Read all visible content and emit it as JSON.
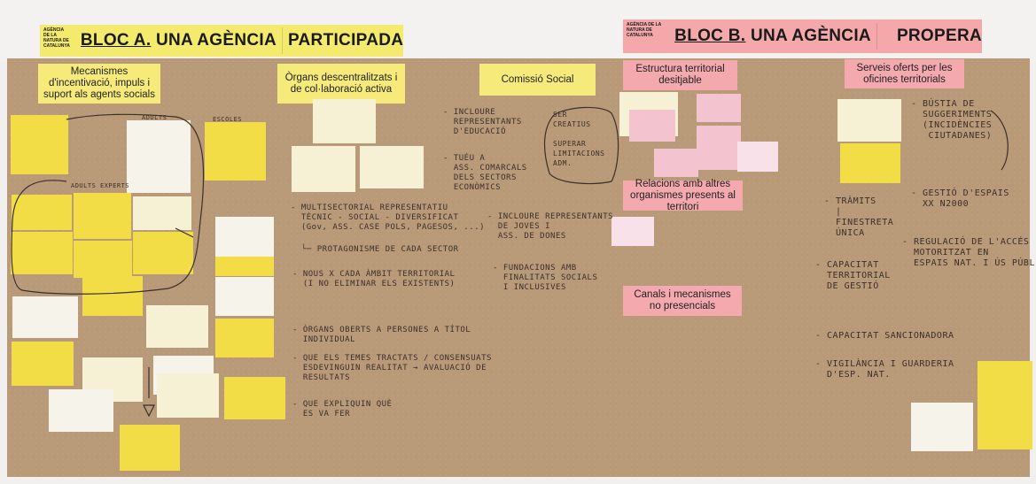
{
  "headers": {
    "a": {
      "logo": "AGÈNCIA DE LA NATURA DE CATALUNYA",
      "bloc": "BLOC A.",
      "w1": "UNA AGÈNCIA",
      "w2": "PARTICIPADA"
    },
    "b": {
      "logo": "AGÈNCIA DE LA NATURA DE CATALUNYA",
      "bloc": "BLOC B.",
      "w1": "UNA AGÈNCIA",
      "w2": "PROPERA"
    }
  },
  "labels": {
    "mecanismes": "Mecanismes d'incentivació, impuls i suport als agents socials",
    "organs": "Òrgans descentralitzats i de col·laboració activa",
    "comissio": "Comissió Social",
    "estructura": "Estructura territorial desitjable",
    "serveis": "Serveis oferts per les oficines territorials",
    "relacions": "Relacions amb altres organismes presents al territori",
    "canals": "Canals i mecanismes no presencials"
  },
  "handwriting": {
    "h1": "- INCLOURE\n  REPRESENTANTS\n  D'EDUCACIÓ",
    "h2": "- TUÉU A\n  ASS. COMARCALS\n  DELS SECTORS\n  ECONÒMICS",
    "h3": "SER\nCREATIUS\n\nSUPERAR\nLIMITACIONS\nADM.",
    "h4": "- MULTISECTORIAL REPRESENTATIU\n  TÈCNIC - SOCIAL - DIVERSIFICAT\n  (Gov, ASS. CASE POLS, PAGESOS, ...)",
    "h5": "└─ PROTAGONISME DE CADA SECTOR",
    "h6": "- INCLOURE REPRESENTANTS\n  DE JOVES I\n  ASS. DE DONES",
    "h7": "- FUNDACIONS AMB\n  FINALITATS SOCIALS\n  I INCLUSIVES",
    "h8": "- NOUS X CADA ÀMBIT TERRITORIAL\n  (I NO ELIMINAR ELS EXISTENTS)",
    "h9": "- ÒRGANS OBERTS A PERSONES A TÍTOL\n  INDIVIDUAL",
    "h10": "- QUE ELS TEMES TRACTATS / CONSENSUATS\n  ESDEVINGUIN REALITAT → AVALUACIÓ DE\n  RESULTATS",
    "h11": "- QUE EXPLIQUIN QUÈ\n  ES VA FER",
    "h12": "- BÚSTIA DE\n  SUGGERIMENTS\n  (INCIDÈNCIES\n   CIUTADANES)",
    "h13": "- TRÀMITS\n  |\n  FINESTRETA\n  ÚNICA",
    "h14": "- GESTIÓ D'ESPAIS\n  XX N2000",
    "h15": "- REGULACIÓ DE L'ACCÉS\n  MOTORITZAT EN\n  ESPAIS NAT. I ÚS PÚBLIC",
    "h16": "- CAPACITAT\n  TERRITORIAL\n  DE GESTIÓ",
    "h17": "- CAPACITAT SANCIONADORA",
    "h18": "- VIGILÀNCIA I GUARDERIA\n  D'ESP. NAT.",
    "h19": "ADULTS",
    "h20": "ADULTS EXPERTS",
    "h21": "ESCOLES"
  }
}
